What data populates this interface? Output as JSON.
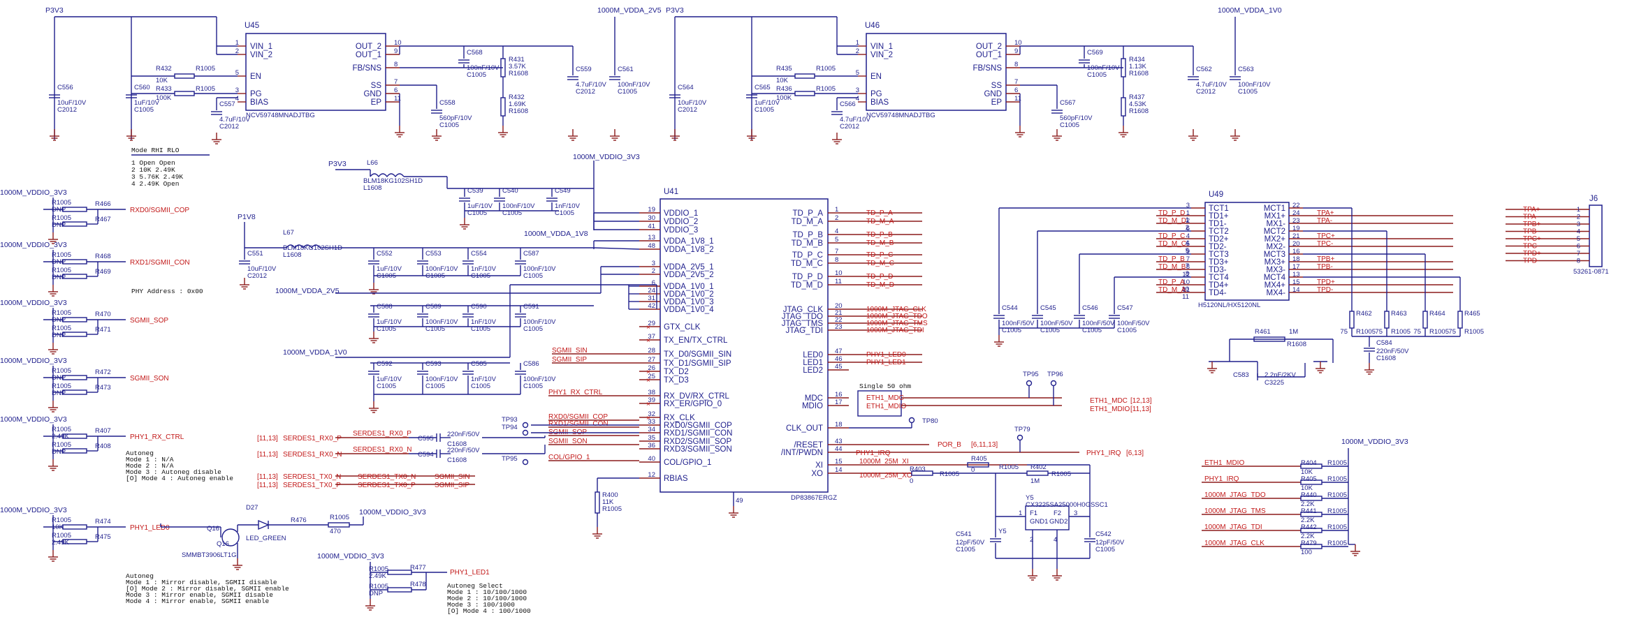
{
  "title": "",
  "colors": {
    "wire": "#1e1e8c",
    "net": "#c21818",
    "pin": "#8c1a1a"
  },
  "rails": {
    "p3v3": "P3V3",
    "p1v8": "P1V8",
    "vdda_2v5": "1000M_VDDA_2V5",
    "vdda_1v0": "1000M_VDDA_1V0",
    "vddio_3v3": "1000M_VDDIO_3V3",
    "vdda_1v8": "1000M_VDDA_1V8"
  },
  "reg_u45": {
    "ref": "U45",
    "part": "NCV59748MNADJTBG",
    "left_pins": [
      {
        "num": "1",
        "name": "VIN_1"
      },
      {
        "num": "2",
        "name": "VIN_2"
      },
      {
        "num": "5",
        "name": "EN"
      },
      {
        "num": "3",
        "name": "PG"
      },
      {
        "num": "4",
        "name": "BIAS"
      }
    ],
    "right_pins": [
      {
        "num": "10",
        "name": "OUT_2"
      },
      {
        "num": "9",
        "name": "OUT_1"
      },
      {
        "num": "8",
        "name": "FB/SNS"
      },
      {
        "num": "7",
        "name": "SS"
      },
      {
        "num": "6",
        "name": "GND"
      },
      {
        "num": "11",
        "name": "EP"
      }
    ],
    "parts": [
      {
        "ref": "C556",
        "val": "10uF/10V",
        "pkg": "C2012"
      },
      {
        "ref": "C560",
        "val": "1uF/10V",
        "pkg": "C1005"
      },
      {
        "ref": "R432",
        "val": "10K",
        "pkg": "R1005"
      },
      {
        "ref": "R433",
        "val": "100K",
        "pkg": "R1005"
      },
      {
        "ref": "C557",
        "val": "4.7uF/10V",
        "pkg": "C2012"
      },
      {
        "ref": "C568",
        "val": "100nF/10V",
        "pkg": "C1005"
      },
      {
        "ref": "C558",
        "val": "560pF/10V",
        "pkg": "C1005"
      },
      {
        "ref": "R431",
        "val": "3.57K",
        "pkg": "R1608"
      },
      {
        "ref": "R432",
        "val": "1.69K",
        "pkg": "R1608"
      },
      {
        "ref": "C559",
        "val": "4.7uF/10V",
        "pkg": "C2012"
      },
      {
        "ref": "C561",
        "val": "100nF/10V",
        "pkg": "C1005"
      }
    ]
  },
  "reg_u46": {
    "ref": "U46",
    "part": "NCV59748MNADJTBG",
    "parts": [
      {
        "ref": "C564",
        "val": "10uF/10V",
        "pkg": "C2012"
      },
      {
        "ref": "C565",
        "val": "1uF/10V",
        "pkg": "C1005"
      },
      {
        "ref": "R435",
        "val": "10K",
        "pkg": "R1005"
      },
      {
        "ref": "R436",
        "val": "100K",
        "pkg": "R1005"
      },
      {
        "ref": "C566",
        "val": "4.7uF/10V",
        "pkg": "C2012"
      },
      {
        "ref": "C569",
        "val": "100nF/10V",
        "pkg": "C1005"
      },
      {
        "ref": "C567",
        "val": "560pF/10V",
        "pkg": "C1005"
      },
      {
        "ref": "R434",
        "val": "1.13K",
        "pkg": "R1608"
      },
      {
        "ref": "R437",
        "val": "4.53K",
        "pkg": "R1608"
      },
      {
        "ref": "C562",
        "val": "4.7uF/10V",
        "pkg": "C2012"
      },
      {
        "ref": "C563",
        "val": "100nF/10V",
        "pkg": "C1005"
      }
    ]
  },
  "mode_table": {
    "header": "Mode RHI      RLO",
    "rows": [
      "1    Open    Open",
      "2    10K     2.49K",
      "3    5.76K   2.49K",
      "4    2.49K   Open"
    ]
  },
  "strap_left": [
    {
      "rail": "1000M_VDDIO_3V3",
      "r_top": "R466",
      "r_bot": "R467",
      "top_val": "R1005",
      "bot_val": "R1005",
      "dnp1": "DNP",
      "dnp2": "DNP",
      "net": "RXD0/SGMII_COP"
    },
    {
      "rail": "1000M_VDDIO_3V3",
      "r_top": "R468",
      "r_bot": "R469",
      "top_val": "R1005",
      "bot_val": "R1005",
      "dnp1": "DNP",
      "dnp2": "DNP",
      "net": "RXD1/SGMII_CON"
    },
    {
      "rail": "1000M_VDDIO_3V3",
      "r_top": "R470",
      "r_bot": "R471",
      "top_val": "R1005",
      "bot_val": "R1005",
      "dnp1": "DNP",
      "dnp2": "DNP",
      "net": "SGMII_SOP"
    },
    {
      "rail": "1000M_VDDIO_3V3",
      "r_top": "R472",
      "r_bot": "R473",
      "top_val": "R1005",
      "bot_val": "R1005",
      "dnp1": "DNP",
      "dnp2": "DNP",
      "net": "SGMII_SON"
    },
    {
      "rail": "1000M_VDDIO_3V3",
      "r_top": "R407",
      "r_bot": "R408",
      "top_val": "R1005",
      "bot_val": "R1005",
      "dnp1": "2.49K",
      "dnp2": "DNP",
      "net": "PHY1_RX_CTRL"
    },
    {
      "rail": "1000M_VDDIO_3V3",
      "r_top": "R474",
      "r_bot": "R475",
      "top_val": "R1005",
      "bot_val": "R1005",
      "dnp1": "10K",
      "dnp2": "2.49K",
      "net": "PHY1_LED0"
    }
  ],
  "phy_address": "PHY Address : 0x00",
  "autoneg_1": [
    "Autoneg",
    "  Mode 1 : N/A",
    "  Mode 2 : N/A",
    "  Mode 3 : Autoneg disable",
    "[O] Mode 4 : Autoneg enable"
  ],
  "autoneg_2": [
    "Autoneg",
    "  Mode 1 : Mirror disable, SGMII disable",
    "[O] Mode 2 : Mirror disable, SGMII enable",
    "  Mode 3 : Mirror enable, SGMII disable",
    "  Mode 4 : Mirror enable, SGMII enable"
  ],
  "autoneg_3": [
    "Autoneg Select",
    "  Mode 1 : 10/100/1000",
    "  Mode 2 : 10/100/1000",
    "  Mode 3 : 100/1000",
    "[O] Mode 4 : 100/1000"
  ],
  "led": {
    "q": "Q16",
    "q_part": "SMMBT3906LT1G",
    "d": "D27",
    "d_part": "LED_GREEN",
    "r": "R476",
    "r_val": "470",
    "r_pkg": "R1005",
    "rail": "1000M_VDDIO_3V3",
    "r477": "R477",
    "r478": "R478",
    "r477_val": "2.49K",
    "r478_val": "DNP",
    "r477_pkg": "R1005",
    "r478_pkg": "R1005",
    "led1_net": "PHY1_LED1"
  },
  "filters": [
    {
      "ref": "L66",
      "part": "BLM18KG102SH1D",
      "pkg": "L1608",
      "rail": "P3V3"
    },
    {
      "ref": "L67",
      "part": "BLM18KG102SH1D",
      "pkg": "L1608",
      "rail": "P1V8"
    }
  ],
  "decaps": [
    {
      "ref": "C539",
      "val": "1uF/10V",
      "pkg": "C1005"
    },
    {
      "ref": "C540",
      "val": "100nF/10V",
      "pkg": "C1005"
    },
    {
      "ref": "C549",
      "val": "1nF/10V",
      "pkg": "C1005"
    },
    {
      "ref": "C551",
      "val": "10uF/10V",
      "pkg": "C2012"
    },
    {
      "ref": "C552",
      "val": "1uF/10V",
      "pkg": "C1005"
    },
    {
      "ref": "C553",
      "val": "100nF/10V",
      "pkg": "C1005"
    },
    {
      "ref": "C554",
      "val": "1nF/10V",
      "pkg": "C1005"
    },
    {
      "ref": "C587",
      "val": "100nF/10V",
      "pkg": "C1005"
    },
    {
      "ref": "C588",
      "val": "1uF/10V",
      "pkg": "C1005"
    },
    {
      "ref": "C589",
      "val": "100nF/10V",
      "pkg": "C1005"
    },
    {
      "ref": "C590",
      "val": "1nF/10V",
      "pkg": "C1005"
    },
    {
      "ref": "C591",
      "val": "100nF/10V",
      "pkg": "C1005"
    },
    {
      "ref": "C592",
      "val": "1uF/10V",
      "pkg": "C1005"
    },
    {
      "ref": "C593",
      "val": "100nF/10V",
      "pkg": "C1005"
    },
    {
      "ref": "C585",
      "val": "1nF/10V",
      "pkg": "C1005"
    },
    {
      "ref": "C586",
      "val": "100nF/10V",
      "pkg": "C1005"
    }
  ],
  "u41": {
    "ref": "U41",
    "part": "DP83867ERGZ",
    "left_pins": [
      {
        "num": "19",
        "name": "VDDIO_1"
      },
      {
        "num": "30",
        "name": "VDDIO_2"
      },
      {
        "num": "41",
        "name": "VDDIO_3"
      },
      {
        "num": "13",
        "name": "VDDA_1V8_1"
      },
      {
        "num": "48",
        "name": "VDDA_1V8_2"
      },
      {
        "num": "3",
        "name": "VDDA_2V5_1"
      },
      {
        "num": "2",
        "name": "VDDA_2V5_2"
      },
      {
        "num": "6",
        "name": "VDDA_1V0_1"
      },
      {
        "num": "24",
        "name": "VDDA_1V0_2"
      },
      {
        "num": "31",
        "name": "VDDA_1V0_3"
      },
      {
        "num": "42",
        "name": "VDDA_1V0_4"
      },
      {
        "num": "29",
        "name": "GTX_CLK"
      },
      {
        "num": "37",
        "name": "TX_EN/TX_CTRL"
      },
      {
        "num": "28",
        "name": "TX_D0/SGMII_SIN"
      },
      {
        "num": "27",
        "name": "TX_D1/SGMII_SIP"
      },
      {
        "num": "26",
        "name": "TX_D2"
      },
      {
        "num": "25",
        "name": "TX_D3"
      },
      {
        "num": "38",
        "name": "RX_DV/RX_CTRL"
      },
      {
        "num": "39",
        "name": "RX_ER/GPIO_0"
      },
      {
        "num": "32",
        "name": "RX_CLK"
      },
      {
        "num": "33",
        "name": "RXD0/SGMII_COP"
      },
      {
        "num": "34",
        "name": "RXD1/SGMII_CON"
      },
      {
        "num": "35",
        "name": "RXD2/SGMII_SOP"
      },
      {
        "num": "36",
        "name": "RXD3/SGMII_SON"
      },
      {
        "num": "40",
        "name": "COL/GPIO_1"
      },
      {
        "num": "12",
        "name": "RBIAS"
      }
    ],
    "right_pins": [
      {
        "num": "1",
        "name": "TD_P_A"
      },
      {
        "num": "2",
        "name": "TD_M_A"
      },
      {
        "num": "4",
        "name": "TD_P_B"
      },
      {
        "num": "5",
        "name": "TD_M_B"
      },
      {
        "num": "7",
        "name": "TD_P_C"
      },
      {
        "num": "8",
        "name": "TD_M_C"
      },
      {
        "num": "10",
        "name": "TD_P_D"
      },
      {
        "num": "11",
        "name": "TD_M_D"
      },
      {
        "num": "20",
        "name": "JTAG_CLK"
      },
      {
        "num": "21",
        "name": "JTAG_TDO"
      },
      {
        "num": "22",
        "name": "JTAG_TMS"
      },
      {
        "num": "23",
        "name": "JTAG_TDI"
      },
      {
        "num": "47",
        "name": "LED0"
      },
      {
        "num": "46",
        "name": "LED1"
      },
      {
        "num": "45",
        "name": "LED2"
      },
      {
        "num": "16",
        "name": "MDC"
      },
      {
        "num": "17",
        "name": "MDIO"
      },
      {
        "num": "18",
        "name": "CLK_OUT"
      },
      {
        "num": "43",
        "name": "/RESET"
      },
      {
        "num": "44",
        "name": "/INT/PWDN"
      },
      {
        "num": "15",
        "name": "XI"
      },
      {
        "num": "14",
        "name": "XO"
      }
    ],
    "right_nets": [
      "TD_P_A",
      "TD_M_A",
      "TD_P_B",
      "TD_M_B",
      "TD_P_C",
      "TD_M_C",
      "TD_P_D",
      "TD_M_D",
      "1000M_JTAG_CLK",
      "1000M_JTAG_TDO",
      "1000M_JTAG_TMS",
      "1000M_JTAG_TDI",
      "PHY1_LED0",
      "PHY1_LED1"
    ],
    "gnd_pin": "49"
  },
  "rbias": {
    "ref": "R400",
    "val": "11K",
    "pkg": "R1005"
  },
  "sgmii_nets": [
    "SGMII_SIN",
    "SGMII_SIP",
    "PHY1_RX_CTRL",
    "RXD0/SGMII_COP",
    "RXD1/SGMII_CON",
    "SGMII_SOP",
    "SGMII_SON",
    "COL/GPIO_1"
  ],
  "serdes": [
    {
      "ref_list": "[11,13]",
      "net": "SERDES1_RX0_P",
      "out": "SERDES1_RX0_P",
      "cap": "C595",
      "val": "220nF/50V",
      "pkg": "C1608"
    },
    {
      "ref_list": "[11,13]",
      "net": "SERDES1_RX0_N",
      "out": "SERDES1_RX0_N",
      "cap": "C594",
      "val": "220nF/50V",
      "pkg": "C1608"
    },
    {
      "ref_list": "[11,13]",
      "net": "SERDES1_TX0_N",
      "out": "SERDES1_TX0_N",
      "sg": "SGMII_SIN"
    },
    {
      "ref_list": "[11,13]",
      "net": "SERDES1_TX0_P",
      "out": "SERDES1_TX0_P",
      "sg": "SGMII_SIP"
    }
  ],
  "testpoints": [
    "TP93",
    "TP94",
    "TP95",
    "TP96",
    "TP80",
    "TP79",
    "TP95"
  ],
  "single_ohm": "Single 50 ohm",
  "mdio_nets": {
    "mdc": "ETH1_MDC",
    "mdio": "ETH1_MDIO",
    "mdc_out": "ETH1_MDC",
    "mdio_out": "ETH1_MDIO",
    "mdc_ref": "[12,13]",
    "mdio_ref": "[11,13]"
  },
  "reset": {
    "net": "POR_B",
    "ref": "[6,11,13]",
    "irq": "PHY1_IRQ",
    "irq_out": "PHY1_IRQ",
    "irq_ref": "[6,13]"
  },
  "crystal": {
    "xi_net": "1000M_25M_XI",
    "xo_net": "1000M_25M_XO",
    "r403": "R403",
    "r403_val": "0",
    "r403_pkg": "R1005",
    "r405": "R405",
    "r405_val": "0",
    "r405_pkg": "R1005",
    "r402": "R402",
    "r402_val": "1M",
    "r402_pkg": "R1005",
    "ref": "Y5",
    "part": "CX3225SA25000H0GSSC1",
    "c541": "C541",
    "c541_val": "12pF/50V",
    "c541_pkg": "C1005",
    "c542": "C542",
    "c542_val": "12pF/50V",
    "c542_pkg": "C1005",
    "pins": [
      "1",
      "2",
      "3",
      "4"
    ],
    "f1": "F1",
    "f2": "F2",
    "gnd1": "GND1",
    "gnd2": "GND2"
  },
  "u49": {
    "ref": "U49",
    "part": "H5120NL/HX5120NL",
    "left_pins": [
      {
        "num": "3",
        "name": "TCT1"
      },
      {
        "num": "1",
        "name": "TD1+"
      },
      {
        "num": "2",
        "name": "TD1-"
      },
      {
        "num": "6",
        "name": "TCT2"
      },
      {
        "num": "4",
        "name": "TD2+"
      },
      {
        "num": "5",
        "name": "TD2-"
      },
      {
        "num": "9",
        "name": "TCT3"
      },
      {
        "num": "7",
        "name": "TD3+"
      },
      {
        "num": "8",
        "name": "TD3-"
      },
      {
        "num": "12",
        "name": "TCT4"
      },
      {
        "num": "10",
        "name": "TD4+"
      },
      {
        "num": "11",
        "name": "TD4-"
      }
    ],
    "right_pins": [
      {
        "num": "22",
        "name": "MCT1"
      },
      {
        "num": "24",
        "name": "MX1+"
      },
      {
        "num": "23",
        "name": "MX1-"
      },
      {
        "num": "19",
        "name": "MCT2"
      },
      {
        "num": "21",
        "name": "MX2+"
      },
      {
        "num": "20",
        "name": "MX2-"
      },
      {
        "num": "16",
        "name": "MCT3"
      },
      {
        "num": "18",
        "name": "MX3+"
      },
      {
        "num": "17",
        "name": "MX3-"
      },
      {
        "num": "13",
        "name": "MCT4"
      },
      {
        "num": "15",
        "name": "MX4+"
      },
      {
        "num": "14",
        "name": "MX4-"
      }
    ],
    "left_nets": [
      "TD_P_D",
      "TD_M_D",
      "TD_P_C",
      "TD_M_C",
      "TD_P_B",
      "TD_M_B",
      "TD_P_A",
      "TD_M_A"
    ],
    "left_nums": [
      "1",
      "2",
      "4",
      "5",
      "7",
      "8",
      "10",
      "11"
    ],
    "right_nets": [
      "TPA+",
      "TPA-",
      "TPC+",
      "TPC-",
      "TPB+",
      "TPB-",
      "TPD+",
      "TPD-"
    ]
  },
  "mag_caps": [
    {
      "ref": "C544",
      "val": "100nF/50V",
      "pkg": "C1005"
    },
    {
      "ref": "C545",
      "val": "100nF/50V",
      "pkg": "C1005"
    },
    {
      "ref": "C546",
      "val": "100nF/50V",
      "pkg": "C1005"
    },
    {
      "ref": "C547",
      "val": "100nF/50V",
      "pkg": "C1005"
    }
  ],
  "term_res": [
    {
      "ref": "R462",
      "val": "75",
      "pkg": "R1005"
    },
    {
      "ref": "R463",
      "val": "75",
      "pkg": "R1005"
    },
    {
      "ref": "R464",
      "val": "75",
      "pkg": "R1005"
    },
    {
      "ref": "R465",
      "val": "75",
      "pkg": "R1005"
    }
  ],
  "term_misc": {
    "r461": "R461",
    "r461_val": "1M",
    "r461_pkg": "R1608",
    "c584": "C584",
    "c584_val": "220nF/50V",
    "c584_pkg": "C1608",
    "c583": "C583",
    "c583_val": "2.2nF/2KV",
    "c583_pkg": "C3225"
  },
  "j6": {
    "ref": "J6",
    "part": "53261-0871",
    "nets": [
      "TPA+",
      "TPA-",
      "TPB+",
      "TPB-",
      "TPC+",
      "TPC-",
      "TPD+",
      "TPD-"
    ],
    "pins": [
      "1",
      "2",
      "3",
      "4",
      "5",
      "6",
      "7",
      "8"
    ]
  },
  "pullups": {
    "rail": "1000M_VDDIO_3V3",
    "rows": [
      {
        "net": "ETH1_MDIO",
        "ref": "R404",
        "val": "10K",
        "pkg": "R1005"
      },
      {
        "net": "PHY1_IRQ",
        "ref": "R405",
        "val": "10K",
        "pkg": "R1005"
      },
      {
        "net": "1000M_JTAG_TDO",
        "ref": "R440",
        "val": "2.2K",
        "pkg": "R1005"
      },
      {
        "net": "1000M_JTAG_TMS",
        "ref": "R441",
        "val": "2.2K",
        "pkg": "R1005"
      },
      {
        "net": "1000M_JTAG_TDI",
        "ref": "R442",
        "val": "2.2K",
        "pkg": "R1005"
      },
      {
        "net": "1000M_JTAG_CLK",
        "ref": "R479",
        "val": "100",
        "pkg": "R1005"
      }
    ]
  }
}
